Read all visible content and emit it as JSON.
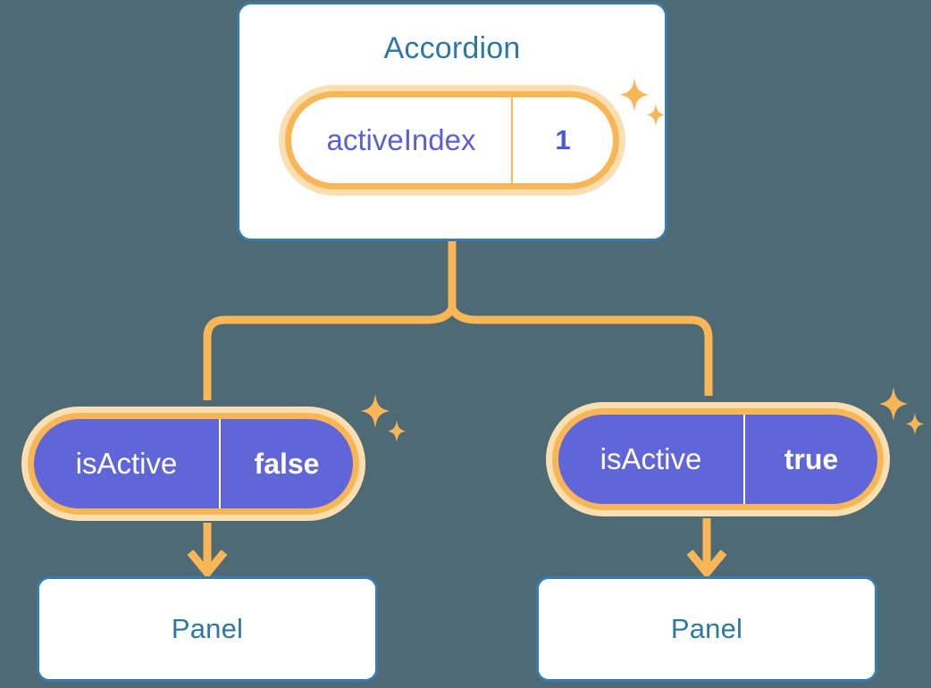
{
  "theme": {
    "background": "#4d6a75",
    "card_border": "#3a7cad",
    "card_title_color": "#2e78a6",
    "accent_orange": "#f8b657",
    "accent_orange_pale": "#fbdfb0",
    "purple_fill": "#6066d8",
    "purple_text": "#5b5fd4",
    "white": "#ffffff"
  },
  "diagram": {
    "type": "component-tree",
    "root": {
      "title": "Accordion",
      "prop": {
        "name": "activeIndex",
        "value": "1"
      }
    },
    "children": [
      {
        "prop": {
          "name": "isActive",
          "value": "false"
        },
        "component": {
          "title": "Panel"
        }
      },
      {
        "prop": {
          "name": "isActive",
          "value": "true"
        },
        "component": {
          "title": "Panel"
        }
      }
    ]
  }
}
